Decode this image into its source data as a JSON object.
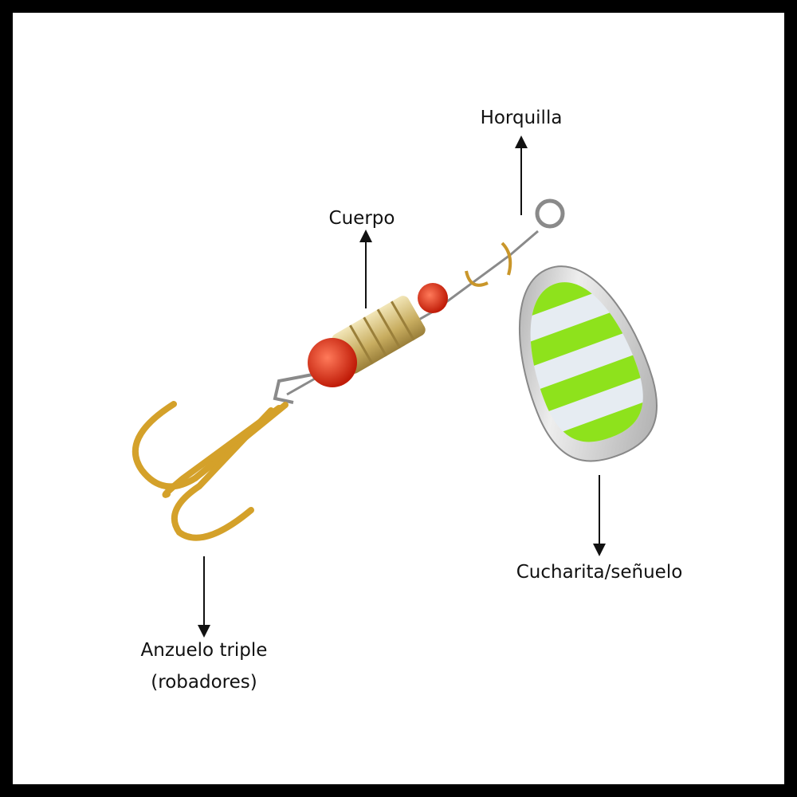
{
  "labels": {
    "horquilla": "Horquilla",
    "cuerpo": "Cuerpo",
    "cucharita": "Cucharita/señuelo",
    "anzuelo_line1": "Anzuelo triple",
    "anzuelo_line2": "(robadores)"
  },
  "colors": {
    "frame": "#000000",
    "background": "#ffffff",
    "blade_silver": "#c9c9c9",
    "stripe_green": "#8ee21c",
    "bead_red": "#d32a10",
    "brass": "#d8c27a",
    "hook_gold": "#d4a12a"
  }
}
